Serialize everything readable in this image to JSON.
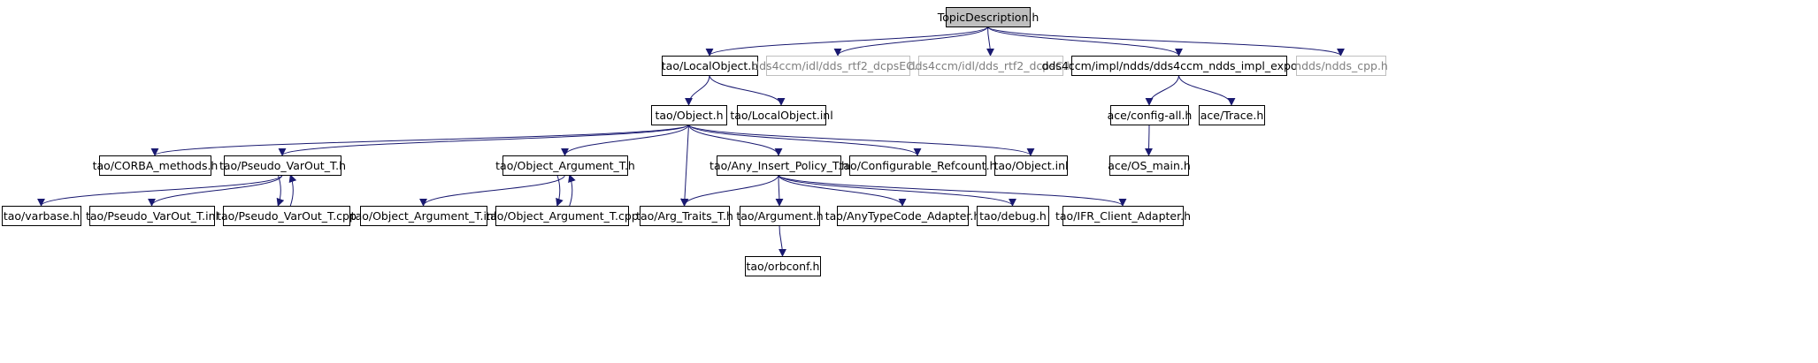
{
  "colors": {
    "edge": "#191970",
    "node_border": "#000000",
    "missing_border": "#bfbfbf",
    "root_fill": "#bfbfbf",
    "text": "#000000",
    "missing_text": "#7f7f7f"
  },
  "nodes": [
    {
      "id": "root",
      "label": "TopicDescription.h",
      "kind": "root"
    },
    {
      "id": "localobject_h",
      "label": "tao/LocalObject.h",
      "kind": "normal"
    },
    {
      "id": "dds_rtf2_ec",
      "label": "dds4ccm/idl/dds_rtf2_dcpsEC.h",
      "kind": "missing"
    },
    {
      "id": "dds_rtf2_c",
      "label": "dds4ccm/idl/dds_rtf2_dcpsC.h",
      "kind": "missing"
    },
    {
      "id": "ndds_impl_export",
      "label": "dds4ccm/impl/ndds/dds4ccm_ndds_impl_export.h",
      "kind": "normal"
    },
    {
      "id": "ndds_cpp",
      "label": "ndds/ndds_cpp.h",
      "kind": "missing"
    },
    {
      "id": "object_h",
      "label": "tao/Object.h",
      "kind": "normal"
    },
    {
      "id": "localobject_inl",
      "label": "tao/LocalObject.inl",
      "kind": "normal"
    },
    {
      "id": "config_all",
      "label": "ace/config-all.h",
      "kind": "normal"
    },
    {
      "id": "trace_h",
      "label": "ace/Trace.h",
      "kind": "normal"
    },
    {
      "id": "os_main",
      "label": "ace/OS_main.h",
      "kind": "normal"
    },
    {
      "id": "corba_methods",
      "label": "tao/CORBA_methods.h",
      "kind": "normal"
    },
    {
      "id": "pseudo_varout_h",
      "label": "tao/Pseudo_VarOut_T.h",
      "kind": "normal"
    },
    {
      "id": "object_argument_h",
      "label": "tao/Object_Argument_T.h",
      "kind": "normal"
    },
    {
      "id": "any_insert_policy",
      "label": "tao/Any_Insert_Policy_T.h",
      "kind": "normal"
    },
    {
      "id": "configurable_refcount",
      "label": "tao/Configurable_Refcount.h",
      "kind": "normal"
    },
    {
      "id": "object_inl",
      "label": "tao/Object.inl",
      "kind": "normal"
    },
    {
      "id": "varbase",
      "label": "tao/varbase.h",
      "kind": "normal"
    },
    {
      "id": "pseudo_varout_inl",
      "label": "tao/Pseudo_VarOut_T.inl",
      "kind": "normal"
    },
    {
      "id": "pseudo_varout_cpp",
      "label": "tao/Pseudo_VarOut_T.cpp",
      "kind": "normal"
    },
    {
      "id": "object_argument_inl",
      "label": "tao/Object_Argument_T.inl",
      "kind": "normal"
    },
    {
      "id": "object_argument_cpp",
      "label": "tao/Object_Argument_T.cpp",
      "kind": "normal"
    },
    {
      "id": "arg_traits",
      "label": "tao/Arg_Traits_T.h",
      "kind": "normal"
    },
    {
      "id": "argument_h",
      "label": "tao/Argument.h",
      "kind": "normal"
    },
    {
      "id": "anytypecode_adapter",
      "label": "tao/AnyTypeCode_Adapter.h",
      "kind": "normal"
    },
    {
      "id": "debug_h",
      "label": "tao/debug.h",
      "kind": "normal"
    },
    {
      "id": "ifr_client_adapter",
      "label": "tao/IFR_Client_Adapter.h",
      "kind": "normal"
    },
    {
      "id": "orbconf",
      "label": "tao/orbconf.h",
      "kind": "normal"
    }
  ],
  "edges": [
    {
      "from": "root",
      "to": "localobject_h"
    },
    {
      "from": "root",
      "to": "dds_rtf2_ec"
    },
    {
      "from": "root",
      "to": "dds_rtf2_c"
    },
    {
      "from": "root",
      "to": "ndds_impl_export"
    },
    {
      "from": "root",
      "to": "ndds_cpp"
    },
    {
      "from": "localobject_h",
      "to": "object_h"
    },
    {
      "from": "localobject_h",
      "to": "localobject_inl"
    },
    {
      "from": "ndds_impl_export",
      "to": "config_all"
    },
    {
      "from": "ndds_impl_export",
      "to": "trace_h"
    },
    {
      "from": "config_all",
      "to": "os_main"
    },
    {
      "from": "object_h",
      "to": "corba_methods"
    },
    {
      "from": "object_h",
      "to": "pseudo_varout_h"
    },
    {
      "from": "object_h",
      "to": "object_argument_h"
    },
    {
      "from": "object_h",
      "to": "any_insert_policy"
    },
    {
      "from": "object_h",
      "to": "configurable_refcount"
    },
    {
      "from": "object_h",
      "to": "object_inl"
    },
    {
      "from": "object_h",
      "to": "arg_traits"
    },
    {
      "from": "pseudo_varout_h",
      "to": "varbase"
    },
    {
      "from": "pseudo_varout_h",
      "to": "pseudo_varout_inl"
    },
    {
      "from": "pseudo_varout_h",
      "to": "pseudo_varout_cpp"
    },
    {
      "from": "pseudo_varout_cpp",
      "to": "pseudo_varout_h"
    },
    {
      "from": "object_argument_h",
      "to": "object_argument_inl"
    },
    {
      "from": "object_argument_h",
      "to": "object_argument_cpp"
    },
    {
      "from": "object_argument_cpp",
      "to": "object_argument_h"
    },
    {
      "from": "any_insert_policy",
      "to": "arg_traits"
    },
    {
      "from": "any_insert_policy",
      "to": "argument_h"
    },
    {
      "from": "any_insert_policy",
      "to": "anytypecode_adapter"
    },
    {
      "from": "any_insert_policy",
      "to": "debug_h"
    },
    {
      "from": "any_insert_policy",
      "to": "ifr_client_adapter"
    },
    {
      "from": "argument_h",
      "to": "orbconf"
    }
  ]
}
